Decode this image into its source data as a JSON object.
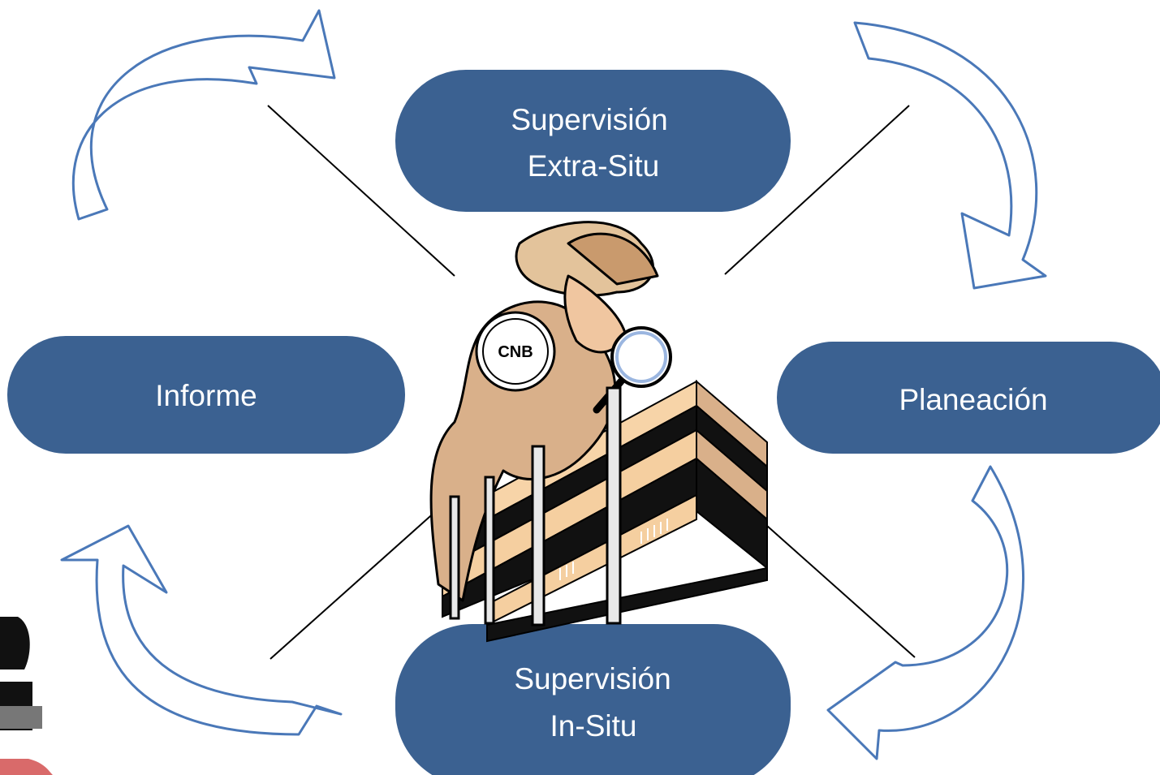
{
  "diagram": {
    "nodes": {
      "top": {
        "lines": [
          "Supervisión",
          "Extra-Situ"
        ]
      },
      "left": {
        "lines": [
          "Informe"
        ]
      },
      "right": {
        "lines": [
          "Planeación"
        ]
      },
      "bottom": {
        "lines": [
          "Supervisión",
          "In-Situ"
        ]
      }
    },
    "center_icon": "inspector-with-magnifier-over-building",
    "colors": {
      "node_fill": "#3b6191",
      "node_text": "#ffffff",
      "arrow_stroke": "#4a78b8",
      "connector": "#000000"
    }
  }
}
